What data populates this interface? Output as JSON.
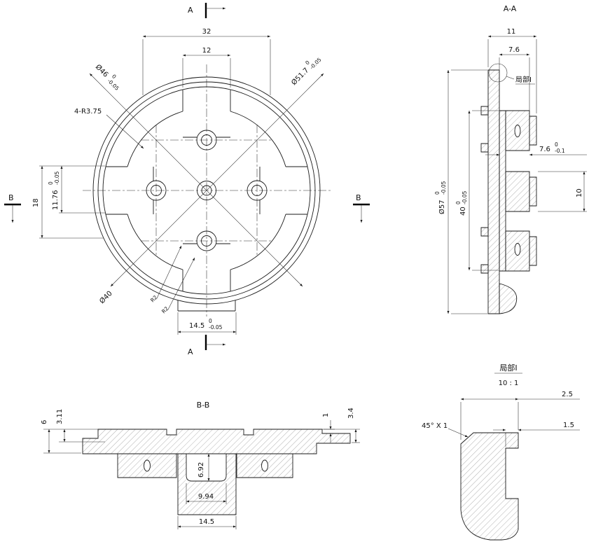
{
  "colors": {
    "ink": "#1a1a1a",
    "background": "#ffffff"
  },
  "views": {
    "front": {
      "section_markers": {
        "a_top": "A",
        "a_bottom": "A",
        "b_left": "B",
        "b_right": "B"
      },
      "dims": {
        "w32": "32",
        "w12": "12",
        "d46": "Ø46",
        "d46_u": "0",
        "d46_l": "-0.05",
        "d517": "Ø51.7",
        "d517_u": "0",
        "d517_l": "-0.05",
        "r375": "4-R3.75",
        "h18": "18",
        "h1176": "11.76",
        "h1176_u": "0",
        "h1176_l": "-0.05",
        "d40": "Ø40",
        "r2a": "R2",
        "r2b": "R2",
        "w145": "14.5",
        "w145_u": "0",
        "w145_l": "-0.05"
      }
    },
    "aa": {
      "title": "A-A",
      "dims": {
        "w11": "11",
        "w76": "7.6",
        "detail_ref": "局部I",
        "d57": "Ø57",
        "d57_u": "0",
        "d57_l": "-0.05",
        "h40": "40",
        "h40_u": "0",
        "h40_l": "-0.05",
        "w76b": "7.6",
        "w76b_u": "0",
        "w76b_l": "-0.1",
        "h10": "10"
      }
    },
    "bb": {
      "title": "B-B",
      "dims": {
        "h6": "6",
        "h311": "3.11",
        "h1": "1",
        "h34": "3.4",
        "h692": "6.92",
        "w994": "9.94",
        "w145": "14.5"
      }
    },
    "detail": {
      "title": "局部I",
      "scale": "10 : 1",
      "dims": {
        "w25": "2.5",
        "w15": "1.5",
        "chamfer": "45° X 1"
      }
    }
  }
}
